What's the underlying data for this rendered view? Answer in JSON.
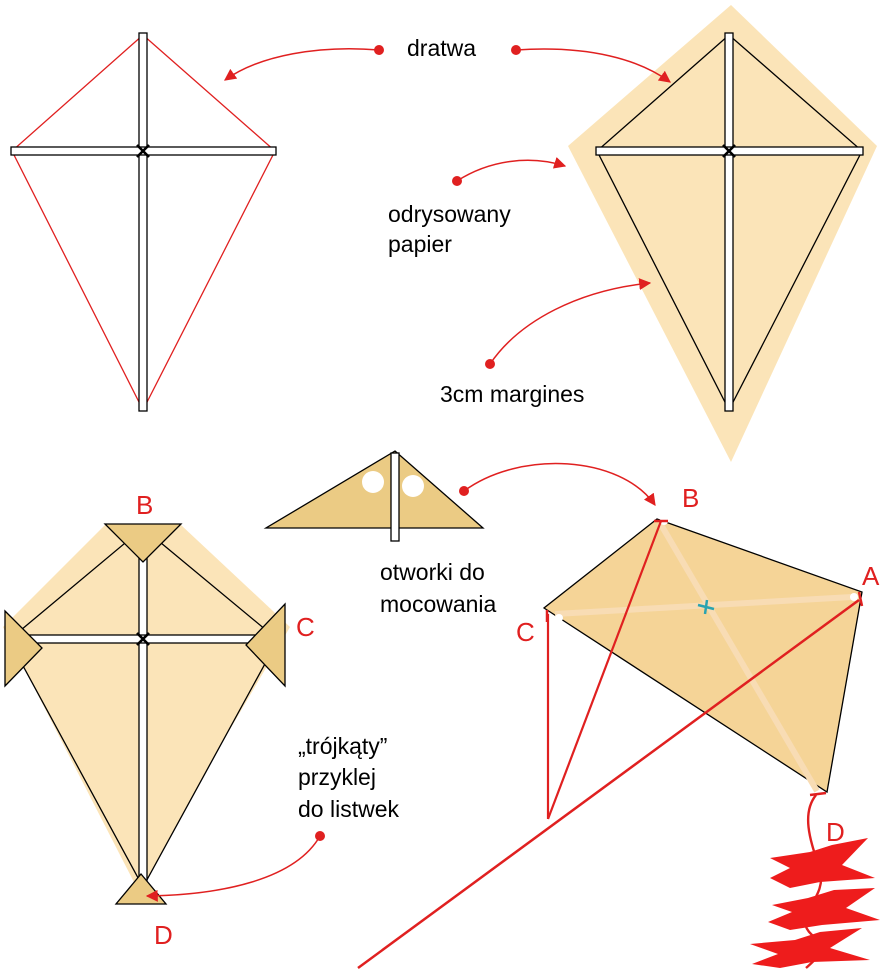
{
  "labels": {
    "thread": "dratwa",
    "traced_paper": [
      "odrysowany",
      "papier"
    ],
    "margin": "3cm margines",
    "holes": [
      "otworki do",
      "mocowania"
    ],
    "triangles": [
      "„trójkąty”",
      "przyklej",
      "do listwek"
    ]
  },
  "points": {
    "left": {
      "b": "B",
      "c": "C",
      "d": "D"
    },
    "right": {
      "a": "A",
      "b": "B",
      "c": "C",
      "d": "D"
    }
  },
  "colors": {
    "paper": "#fbe4b8",
    "kite_fill": "#f5d497",
    "triangle_fill": "#ebcb84",
    "accent_red": "#e02020",
    "cross_blue": "#29a3b0"
  }
}
